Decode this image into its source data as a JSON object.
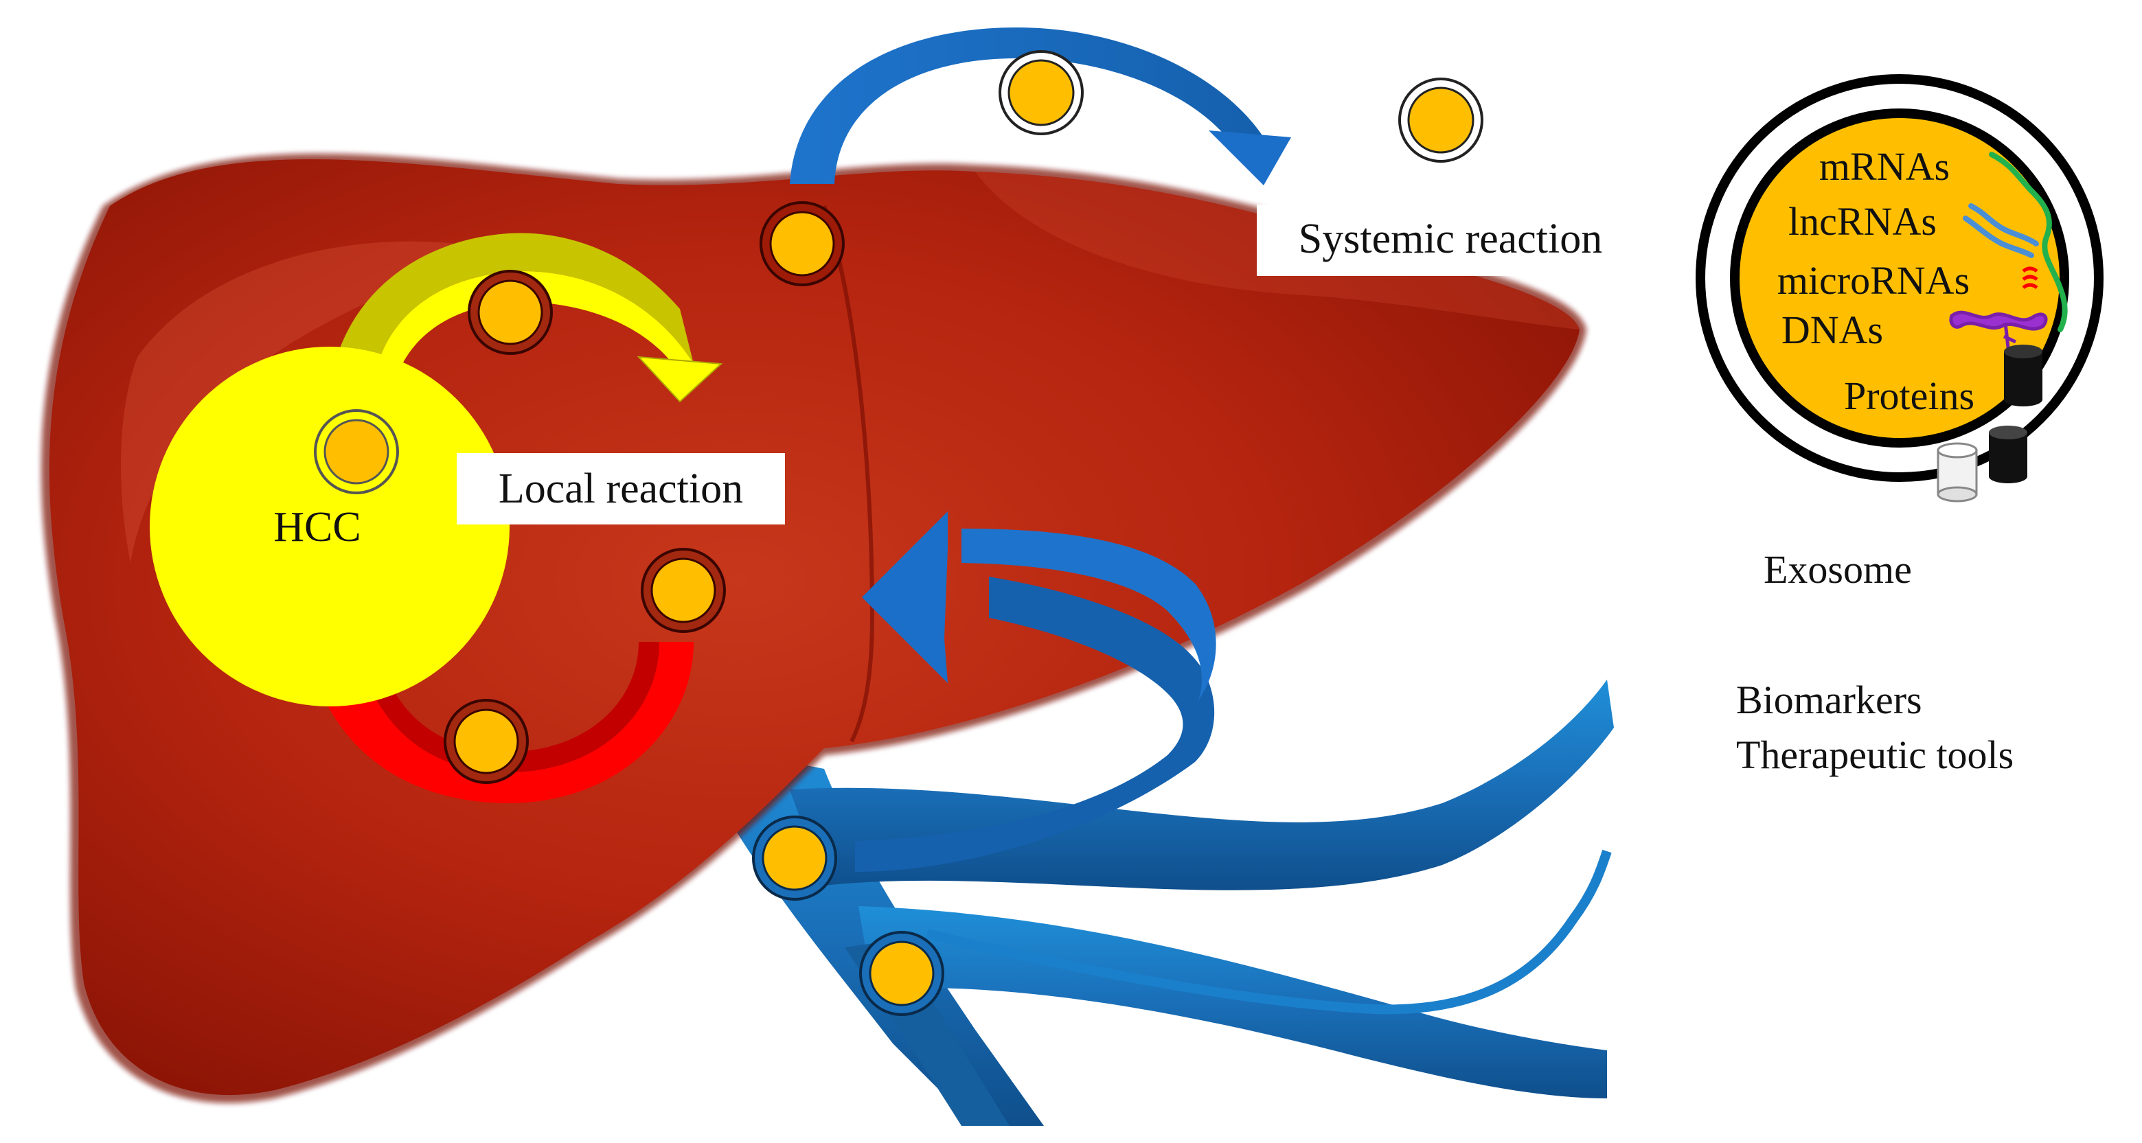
{
  "diagram": {
    "hcc_label": "HCC",
    "local_reaction_label": "Local reaction",
    "systemic_reaction_label": "Systemic reaction",
    "exosome": {
      "caption": "Exosome",
      "cargo": {
        "mrnas": "mRNAs",
        "lncrnas": "lncRNAs",
        "micrornas": "microRNAs",
        "dnas": "DNAs",
        "proteins": "Proteins"
      }
    },
    "applications": [
      "Biomarkers",
      "Therapeutic tools"
    ]
  },
  "colors": {
    "liver": "#b4240f",
    "liver_dark": "#7e1004",
    "tumor": "#ffff00",
    "local_arrow_yellow": "#ffff00",
    "local_arrow_red": "#ff0000",
    "systemic_arrow_blue": "#1b6fc9",
    "vessel_blue": "#1a78c8",
    "exosome_fill": "#ffbf00"
  }
}
